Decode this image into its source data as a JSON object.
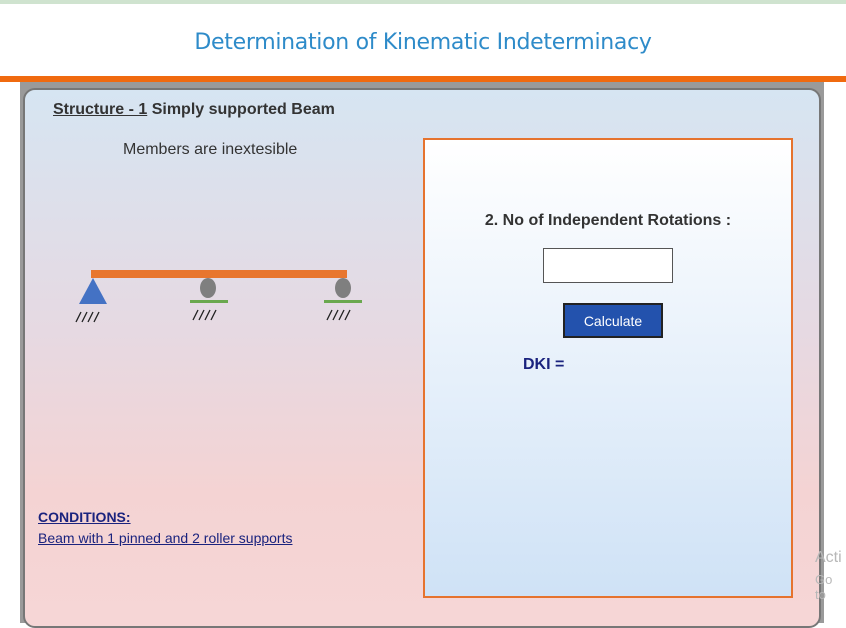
{
  "page": {
    "title": "Determination of Kinematic Indeterminacy"
  },
  "structure": {
    "number_label": "Structure - 1",
    "name": "Simply supported Beam",
    "note": "Members are inextesible"
  },
  "conditions": {
    "title": "CONDITIONS:",
    "text": "Beam with 1 pinned and 2 roller supports"
  },
  "calculator": {
    "question": "2. No of Independent Rotations :",
    "input_value": "",
    "button_label": "Calculate",
    "result_label": "DKI ="
  },
  "watermark": {
    "line1": "Acti",
    "line2": "Go to"
  },
  "colors": {
    "title": "#2e8bc9",
    "accent_orange": "#f06a0f",
    "beam": "#e8762e",
    "pin_support": "#4472c4",
    "roller": "#7f7f7f",
    "roller_base": "#6aa84f",
    "button": "#2352ad",
    "condition_text": "#1a237e"
  },
  "icons": [
    "pinned-support-icon",
    "roller-support-icon",
    "hatch-ground-icon"
  ]
}
